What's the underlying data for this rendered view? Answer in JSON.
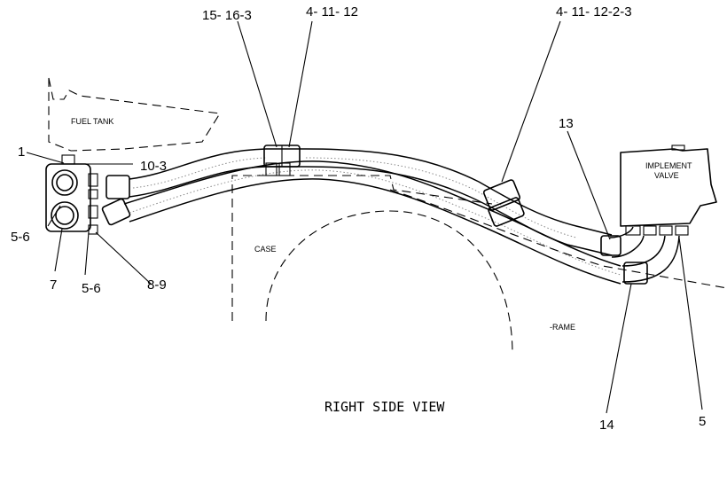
{
  "callouts": {
    "c_15_16_3": "15- 16-3",
    "c_4_11_12": "4- 11- 12",
    "c_4_11_12_2_3": "4- 11- 12-2-3",
    "c_13": "13",
    "c_1": "1",
    "c_10_3": "10-3",
    "c_5_6_left": "5-6",
    "c_7": "7",
    "c_5_6_bottom": "5-6",
    "c_8_9": "8-9",
    "c_14": "14",
    "c_5": "5"
  },
  "parts": {
    "fuel_tank": "FUEL TANK",
    "case": "CASE",
    "frame": "-RAME",
    "implement_valve_line1": "IMPLEMENT",
    "implement_valve_line2": "VALVE"
  },
  "view_title": "RIGHT SIDE VIEW"
}
